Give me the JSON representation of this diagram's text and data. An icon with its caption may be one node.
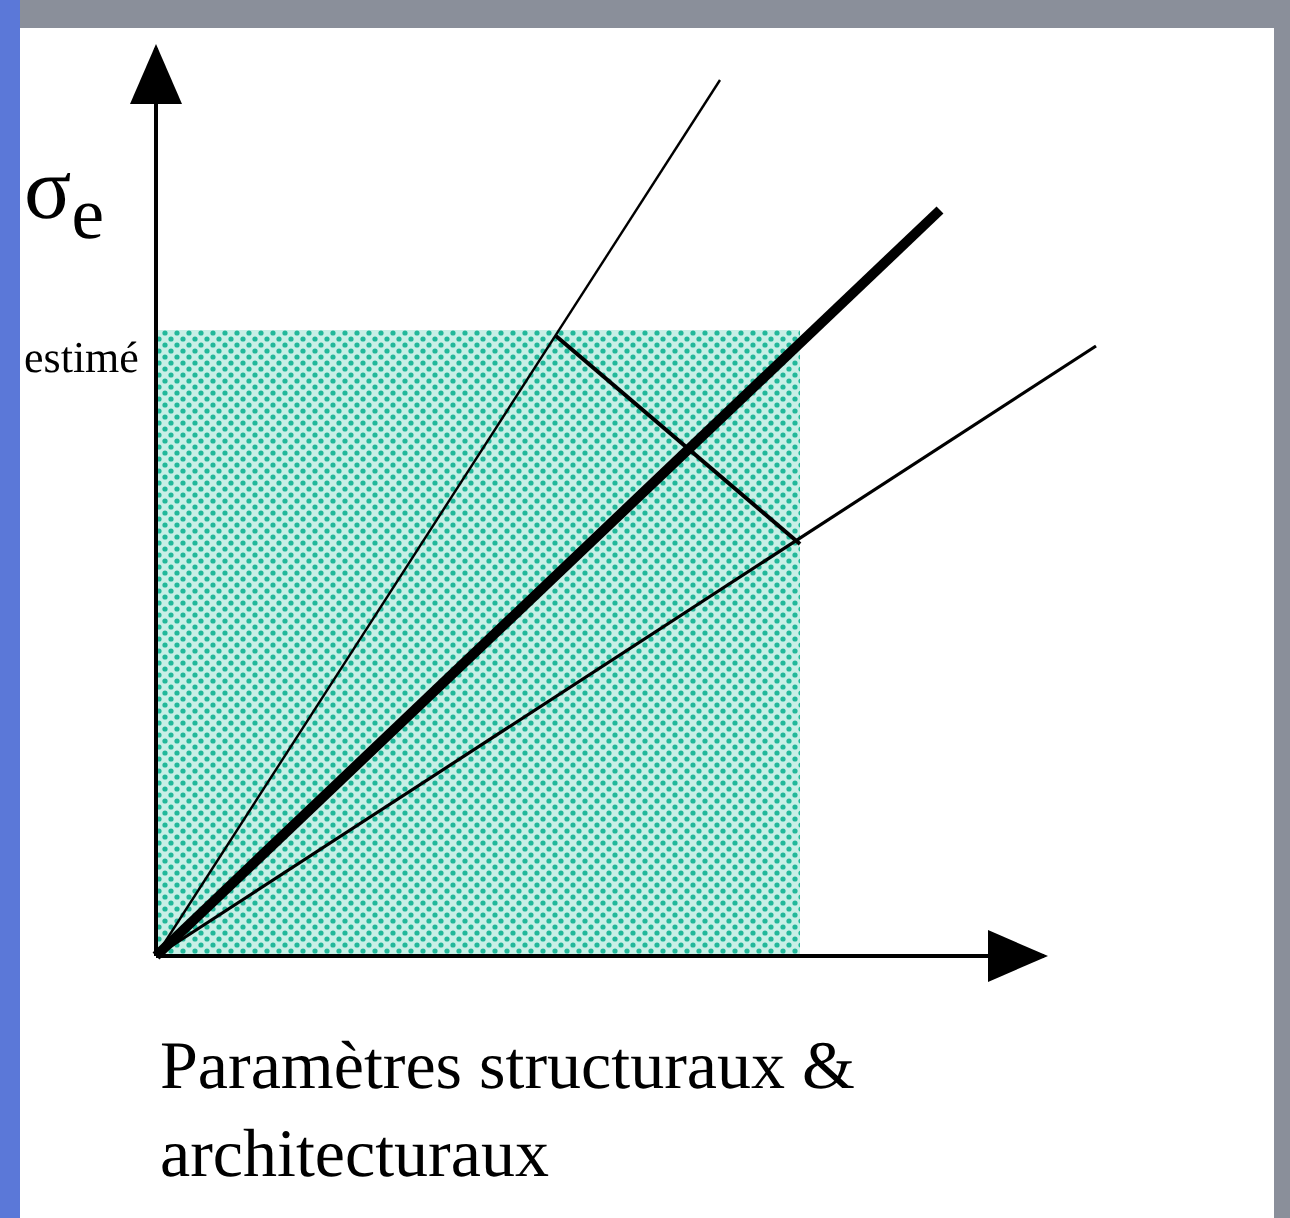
{
  "diagram": {
    "labels": [
      "σ$_{e}$",
      "estimé",
      "Paramètres structuraux & architecturaux"
    ]
  }
}
